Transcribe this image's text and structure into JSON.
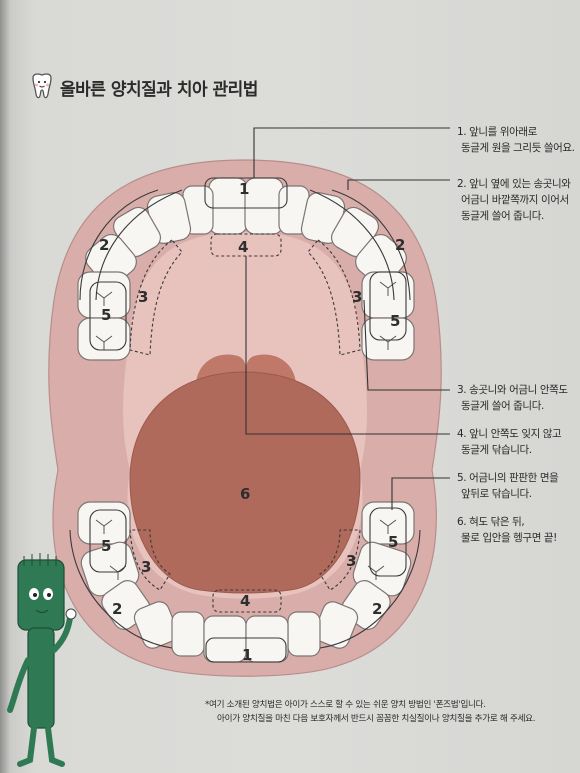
{
  "title": "올바른 양치질과 치아 관리법",
  "instructions": [
    {
      "lines": [
        "1. 앞니를 위아래로",
        "동글게 원을 그리듯 쓸어요."
      ]
    },
    {
      "lines": [
        "2. 앞니 옆에 있는 송곳니와",
        "어금니 바깥쪽까지 이어서",
        "동글게 쓸어 줍니다."
      ]
    },
    {
      "lines": [
        "3. 송곳니와 어금니 안쪽도",
        "동글게 쓸어 줍니다."
      ]
    },
    {
      "lines": [
        "4. 앞니 안쪽도 잊지 않고",
        "동글게 닦습니다."
      ]
    },
    {
      "lines": [
        "5. 어금니의 판판한 면을",
        "앞뒤로 닦습니다."
      ]
    },
    {
      "lines": [
        "6. 혀도 닦은 뒤,",
        "물로 입안을 헹구면 끝!"
      ]
    }
  ],
  "diagram_labels": {
    "upper_front": "1",
    "upper_left_outer": "2",
    "upper_right_outer": "2",
    "upper_left_inner": "3",
    "upper_right_inner": "3",
    "upper_inner_front": "4",
    "upper_left_molar": "5",
    "upper_right_molar": "5",
    "tongue": "6",
    "lower_left_molar": "5",
    "lower_right_molar": "5",
    "lower_left_inner": "3",
    "lower_right_inner": "3",
    "lower_inner_front": "4",
    "lower_left_outer": "2",
    "lower_right_outer": "2",
    "lower_front": "1"
  },
  "note": {
    "line1": "*여기 소개된 양치법은 아이가 스스로 할 수 있는 쉬운 양치 방법인 '폰즈법'입니다.",
    "line2": "아이가 양치질을 마친 다음 보호자께서 반드시 꼼꼼한 치실질이나 양치질을 추가로 해 주세요."
  },
  "colors": {
    "gum": "#d9aeaa",
    "gum_dark": "#cf9d99",
    "mouth_inside": "#e8c3be",
    "tongue": "#b06a5c",
    "tooth": "#f7f6f3",
    "character": "#2f7a55"
  }
}
